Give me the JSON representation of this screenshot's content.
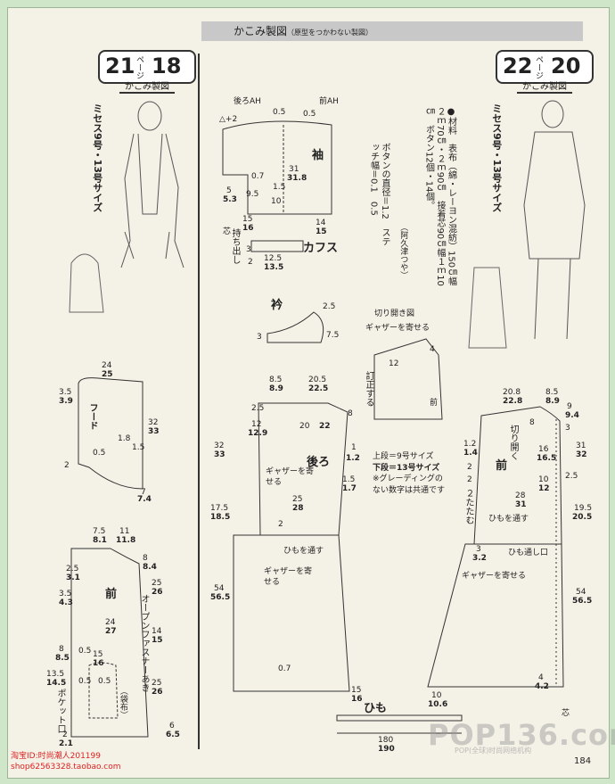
{
  "header": {
    "title": "かこみ製図",
    "subtitle": "（原型をつかわない製図）"
  },
  "left_pattern": {
    "page_ref": "21",
    "page_label": "ページ",
    "page_num": "18",
    "caption": "かこみ製図",
    "size_note": "ミセス9号・13号サイズ"
  },
  "right_pattern": {
    "page_ref": "22",
    "page_label": "ページ",
    "page_num": "20",
    "caption": "かこみ製図",
    "size_note": "ミセス9号・13号サイズ",
    "materials": "●材料　表布（綿・レーヨン混紡）150㎝幅２ｍ70㎝・２ｍ90㎝　接着芯90㎝幅１ｍ10㎝　ボタン12個・14個。",
    "credit": "（阿久津つや）",
    "button_note": "ボタンの直径＝1.2　ステッチ幅＝0.1　0.5"
  },
  "sleeve": {
    "name": "袖",
    "back_ah": "後ろAH",
    "front_ah": "前AH",
    "plus2": "△+2",
    "d_05a": "0.5",
    "d_05b": "0.5",
    "d_07": "0.7",
    "d_31": "31",
    "d_318": "31.8",
    "d_15": "1.5",
    "d_5": "5",
    "d_53": "5.3",
    "d_95": "9.5",
    "d_10": "10",
    "d_15b": "15",
    "d_16": "16",
    "d_14": "14",
    "d_15c": "15",
    "shin": "芯",
    "mochidashi": "持ち出し",
    "d_3": "3",
    "d_2": "2",
    "d_125": "12.5",
    "d_135": "13.5"
  },
  "cuff": {
    "name": "カフス"
  },
  "collar": {
    "name": "衿",
    "d_25": "2.5",
    "d_3": "3",
    "d_75": "7.5"
  },
  "slash": {
    "title": "切り開き図",
    "gather": "ギャザーを寄せる",
    "d_4": "4",
    "d_12": "12",
    "teisei": "訂正する",
    "front": "前"
  },
  "hood": {
    "name": "フード",
    "d_24": "24",
    "d_25": "25",
    "d_35": "3.5",
    "d_39": "3.9",
    "d_32": "32",
    "d_33": "33",
    "d_18": "1.8",
    "d_15": "1.5",
    "d_05": "0.5",
    "d_2": "2",
    "d_7": "7",
    "d_74": "7.4"
  },
  "left_front": {
    "name": "前",
    "d_75": "7.5",
    "d_81": "8.1",
    "d_11": "11",
    "d_118": "11.8",
    "d_8": "8",
    "d_84": "8.4",
    "d_25": "2.5",
    "d_31": "3.1",
    "d_35": "3.5",
    "d_43": "4.3",
    "d_25b": "25",
    "d_26": "26",
    "d_24": "24",
    "d_27": "27",
    "d_14": "14",
    "d_15": "15",
    "d_8b": "8",
    "d_85": "8.5",
    "d_05": "0.5",
    "d_15b": "15",
    "d_16": "16",
    "d_135": "13.5",
    "d_145": "14.5",
    "d_05b": "0.5",
    "d_05c": "0.5",
    "d_25c": "25",
    "d_26b": "26",
    "zipper": "オープンファスナーあき",
    "pocket": "ポケット口",
    "fold": "（袋布）",
    "d_2": "2",
    "d_21": "2.1",
    "d_6": "6",
    "d_65": "6.5"
  },
  "back": {
    "name": "後ろ",
    "d_85": "8.5",
    "d_89": "8.9",
    "d_205": "20.5",
    "d_225": "22.5",
    "d_25": "2.5",
    "d_12": "12",
    "d_129": "12.9",
    "d_20": "20",
    "d_22": "22",
    "d_8": "8",
    "d_1": "1",
    "d_12b": "1.2",
    "d_15": "1.5",
    "d_17": "1.7",
    "gather": "ギャザーを寄せる",
    "d_32": "32",
    "d_33": "33",
    "d_25b": "25",
    "d_28": "28",
    "d_2": "2",
    "d_175": "17.5",
    "d_185": "18.5",
    "himo": "ひもを通す",
    "gather2": "ギャザーを寄せる",
    "d_54": "54",
    "d_565": "56.5",
    "d_07": "0.7",
    "d_15b": "15",
    "d_16": "16"
  },
  "size_legend": {
    "line1": "上段＝9号サイズ",
    "line2": "下段＝13号サイズ",
    "line3": "※グレーディングの",
    "line4": "ない数字は共通です"
  },
  "right_front": {
    "name": "前",
    "d_208": "20.8",
    "d_228": "22.8",
    "d_85": "8.5",
    "d_89": "8.9",
    "d_9": "9",
    "d_94": "9.4",
    "d_8": "8",
    "d_3": "3",
    "d_31": "31",
    "d_32": "32",
    "d_12": "1.2",
    "d_14": "1.4",
    "d_16": "16",
    "d_165": "16.5",
    "kirihiraku": "切り開く",
    "d_2": "2",
    "d_25": "2.5",
    "d_2b": "2",
    "d_10": "10",
    "d_12b": "12",
    "tatamu": "２たたむ",
    "d_28": "28",
    "d_31b": "31",
    "d_195": "19.5",
    "d_205": "20.5",
    "himo": "ひもを通す",
    "d_3b": "3",
    "d_32b": "3.2",
    "himo2": "ひも通し口",
    "gather": "ギャザーを寄せる",
    "d_54": "54",
    "d_565": "56.5",
    "d_4": "4",
    "d_42": "4.2",
    "d_10b": "10",
    "d_106": "10.6",
    "shin": "芯"
  },
  "tie": {
    "name": "ひも",
    "d_180": "180",
    "d_190": "190"
  },
  "footer": {
    "line1": "淘宝ID:时尚潮人201199",
    "line2": "shop62563328.taobao.com",
    "page_number": "184",
    "watermark": "POP136.com",
    "watermark_sub": "POP(全球)时尚网络机构"
  },
  "colors": {
    "frame": "#cfe6c8",
    "paper": "#f4f1e6",
    "ink": "#222222",
    "footer_red": "#dd2222"
  }
}
